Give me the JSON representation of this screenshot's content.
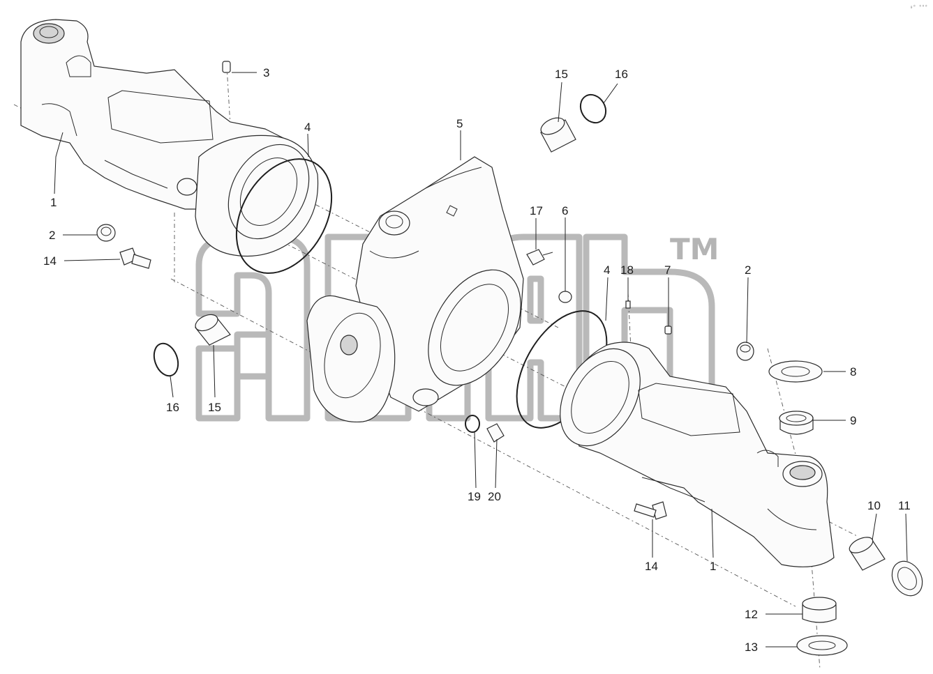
{
  "diagram": {
    "watermark_mark": "TM",
    "corner_mark": "₀⁰ ⁰⁰⁰",
    "callouts": [
      {
        "id": "c1a",
        "text": "1"
      },
      {
        "id": "c2a",
        "text": "2"
      },
      {
        "id": "c3",
        "text": "3"
      },
      {
        "id": "c4a",
        "text": "4"
      },
      {
        "id": "c5",
        "text": "5"
      },
      {
        "id": "c14a",
        "text": "14"
      },
      {
        "id": "c15a",
        "text": "15"
      },
      {
        "id": "c16a",
        "text": "16"
      },
      {
        "id": "c15b",
        "text": "15"
      },
      {
        "id": "c16b",
        "text": "16"
      },
      {
        "id": "c17",
        "text": "17"
      },
      {
        "id": "c6",
        "text": "6"
      },
      {
        "id": "c4b",
        "text": "4"
      },
      {
        "id": "c18",
        "text": "18"
      },
      {
        "id": "c7",
        "text": "7"
      },
      {
        "id": "c2b",
        "text": "2"
      },
      {
        "id": "c8",
        "text": "8"
      },
      {
        "id": "c9",
        "text": "9"
      },
      {
        "id": "c19",
        "text": "19"
      },
      {
        "id": "c20",
        "text": "20"
      },
      {
        "id": "c10",
        "text": "10"
      },
      {
        "id": "c11",
        "text": "11"
      },
      {
        "id": "c14b",
        "text": "14"
      },
      {
        "id": "c1b",
        "text": "1"
      },
      {
        "id": "c12",
        "text": "12"
      },
      {
        "id": "c13",
        "text": "13"
      }
    ]
  }
}
